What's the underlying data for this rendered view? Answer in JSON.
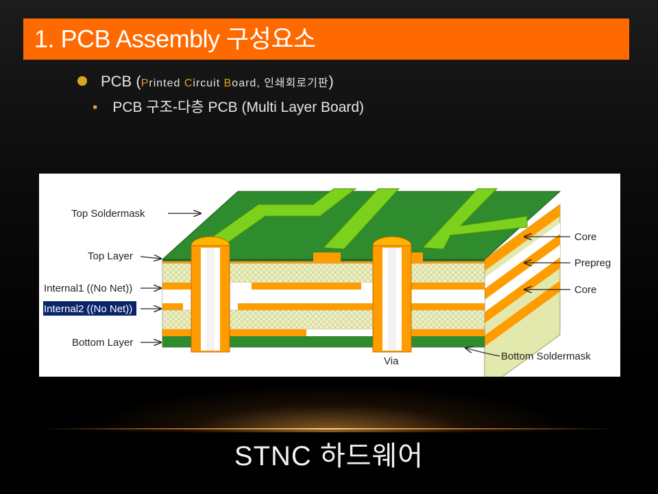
{
  "slide": {
    "title": "1. PCB Assembly 구성요소",
    "bullet1": {
      "prefix": "PCB (",
      "p": "P",
      "p_rest": "rinted ",
      "c": "C",
      "c_rest": "ircuit ",
      "b": "B",
      "b_rest": "oard, 인쇄회로기판",
      "suffix": ")"
    },
    "bullet2": {
      "marker": "•",
      "text": "PCB 구조-다층 PCB (Multi Layer Board)"
    },
    "footer": "STNC 하드웨어"
  },
  "figure": {
    "labels": {
      "top_soldermask": "Top Soldermask",
      "top_layer": "Top Layer",
      "internal1": "Internal1 ((No Net))",
      "internal2": "Internal2 ((No Net))",
      "bottom_layer": "Bottom Layer",
      "via": "Via",
      "bottom_soldermask": "Bottom Soldermask",
      "core_top": "Core",
      "prepreg": "Prepreg",
      "core_bottom": "Core"
    },
    "colors": {
      "soldermask": "#2e8b2e",
      "copper_trace": "#7cd11c",
      "copper": "#ff9c00",
      "core": "#e8ebb4",
      "selection": "#0a246a"
    }
  }
}
